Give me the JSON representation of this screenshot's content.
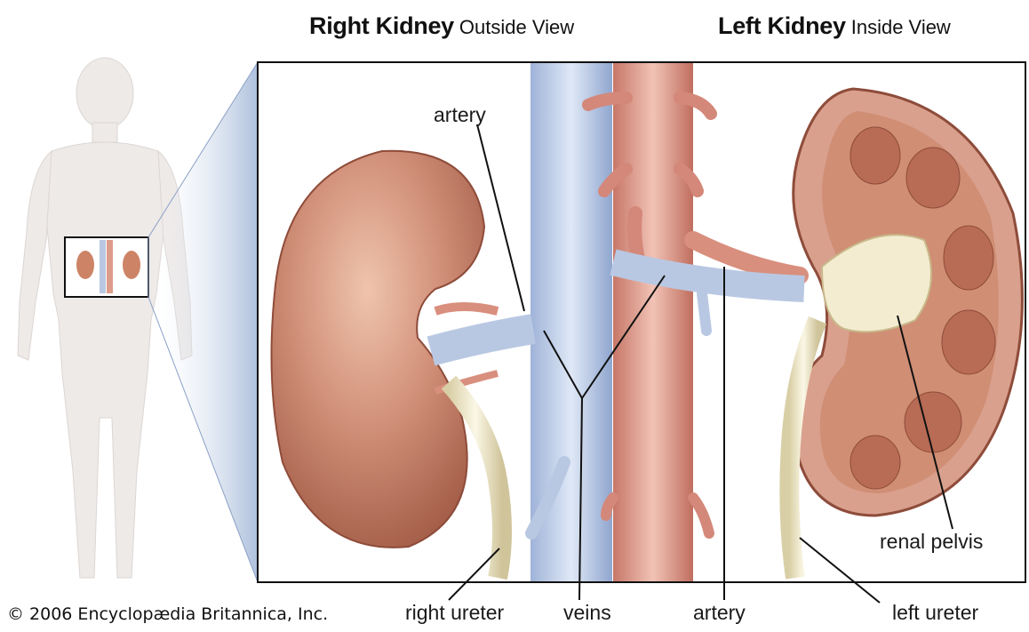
{
  "headings": {
    "right": {
      "title": "Right Kidney",
      "subtitle": "Outside View"
    },
    "left": {
      "title": "Left Kidney",
      "subtitle": "Inside View"
    }
  },
  "labels": {
    "artery_top": "artery",
    "renal_pelvis": "renal pelvis",
    "right_ureter": "right ureter",
    "veins": "veins",
    "artery_bottom": "artery",
    "left_ureter": "left ureter"
  },
  "copyright": "© 2006 Encyclopædia Britannica, Inc.",
  "colors": {
    "kidney": "#c97f63",
    "kidney_shadow": "#a65a45",
    "vein": "#b9c8e2",
    "artery": "#d98f7e",
    "ureter": "#e9e1c4",
    "body_silhouette": "#eeeae8"
  }
}
